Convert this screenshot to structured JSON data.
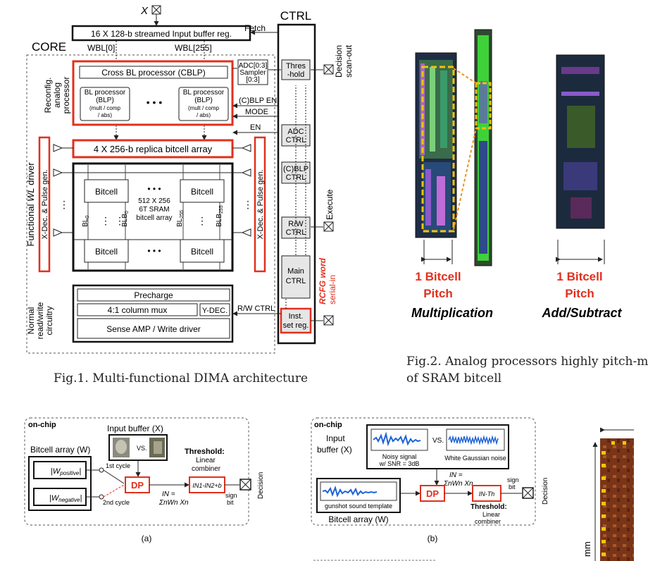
{
  "fig1": {
    "x_label": "X",
    "ctrl": "CTRL",
    "core": "CORE",
    "input_buffer": "16 X 128-b streamed Input buffer reg.",
    "fetch": "Fetch",
    "wbl0": "WBL[0]",
    "wbl255": "WBL[255]",
    "recfg_l1": "Reconfig.",
    "recfg_l2": "analog",
    "recfg_l3": "processor",
    "cblp": "Cross BL processor (CBLP)",
    "adc": "ADC[0:3]",
    "sampler_l1": "Sampler",
    "sampler_l2": "[0:3]",
    "thres_l1": "Thres",
    "thres_l2": "-hold",
    "decision_scan_l1": "Decision",
    "decision_scan_l2": "scan-out",
    "blp_l1": "BL processor",
    "blp_l2": "(BLP)",
    "blp_l3": "(mult / comp",
    "blp_l4": "/ abs)",
    "dots": "• • •",
    "cblp_en": "(C)BLP EN",
    "mode": "MODE",
    "en": "EN",
    "adc_ctrl_l1": "ADC",
    "adc_ctrl_l2": "CTRL",
    "replica": "4 X 256-b replica bitcell array",
    "fwl_l1": "Functional",
    "fwl_l2": "WL",
    "fwl_l3": "driver",
    "xdec": "X-Dec. & Pulse gen.",
    "bitcell": "Bitcell",
    "sram_l1": "512 X 256",
    "sram_l2": "6T SRAM",
    "sram_l3": "bitcell array",
    "bl0": "BL",
    "sub0": "0",
    "blb0": "BLB",
    "bl255": "BL",
    "sub255": "255",
    "blb255": "BLB",
    "cblp_ctrl_l1": "(C)BLP",
    "cblp_ctrl_l2": "CTRL",
    "execute": "Execute",
    "rw_ctrl_l1": "R/W",
    "rw_ctrl_l2": "CTRL",
    "main_ctrl_l1": "Main",
    "main_ctrl_l2": "CTRL",
    "rcfg_l1": "RCFG word",
    "rcfg_l2": "serial-in",
    "nrw_l1": "Normal",
    "nrw_l2": "read/write",
    "nrw_l3": "circuitry",
    "precharge": "Precharge",
    "colmux": "4:1 column mux",
    "ydec": "Y-DEC.",
    "rw_ctrl_line": "R/W CTRL",
    "inst_l1": "Inst.",
    "inst_l2": "set reg.",
    "senseamp": "Sense AMP / Write driver",
    "caption": "Fig.1. Multi-functional DIMA architecture"
  },
  "fig2": {
    "pitch_l1": "1 Bitcell",
    "pitch_l2": "Pitch",
    "mult": "Multiplication",
    "addsub": "Add/Subtract",
    "caption_l1": "Fig.2. Analog processors highly pitch-m",
    "caption_l2": "of SRAM bitcell"
  },
  "figa": {
    "onchip": "on-chip",
    "input_buffer": "Input buffer (X)",
    "vs": "VS.",
    "bitcell_array": "Bitcell  array (W)",
    "w_pos": "|W",
    "w_pos_sub": "positive",
    "w_neg": "|W",
    "w_neg_sub": "negative",
    "c1": "1st cycle",
    "c2": "2nd cycle",
    "dp": "DP",
    "threshold": "Threshold:",
    "lin1": "Linear",
    "lin2": "combiner",
    "in_eq": "IN =",
    "sum": "ΣnWn Xn",
    "in12": "IN1-IN2+b",
    "sign1": "sign",
    "sign2": "bit",
    "decision": "Decision",
    "label": "(a)"
  },
  "figb": {
    "onchip": "on-chip",
    "input1": "Input",
    "input2": "buffer (X)",
    "noisy1": "Noisy signal",
    "noisy2": "w/ SNR = 3dB",
    "vs": "VS.",
    "wgn": "White Gaussian noise",
    "in_eq": "IN =",
    "sum": "ΣnWn Xn",
    "sign1": "sign",
    "sign2": "bit",
    "dp": "DP",
    "inth": "IN-Th",
    "template": "gunshot sound template",
    "threshold": "Threshold:",
    "lin1": "Linear",
    "lin2": "combiner",
    "bitcell_array": "Bitcell  array (W)",
    "decision": "Decision",
    "label": "(b)"
  },
  "figc": {
    "mm": "mm"
  },
  "colors": {
    "red": "#e0301e",
    "dark": "#1a1a1a",
    "yellow": "#f2c20a",
    "green": "#3fd13a"
  }
}
